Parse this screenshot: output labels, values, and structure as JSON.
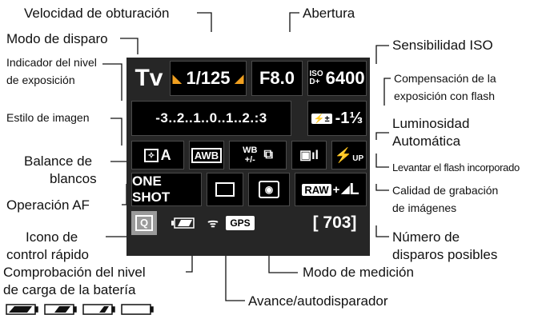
{
  "labels": {
    "shutter_speed": "Velocidad de obturación",
    "aperture": "Abertura",
    "shooting_mode": "Modo de disparo",
    "iso": "Sensibilidad ISO",
    "exposure_indicator_1": "Indicador del nivel",
    "exposure_indicator_2": "de exposición",
    "flash_comp_1": "Compensación de la",
    "flash_comp_2": "exposición con flash",
    "picture_style": "Estilo de imagen",
    "auto_lighting_1": "Luminosidad",
    "auto_lighting_2": "Automática",
    "white_balance_1": "Balance de",
    "white_balance_2": "blancos",
    "raise_flash": "Levantar el flash incorporado",
    "af_operation": "Operación AF",
    "image_quality_1": "Calidad de grabación",
    "image_quality_2": "de imágenes",
    "quick_control_1": "Icono de",
    "quick_control_2": "control rápido",
    "shots_remaining_1": "Número de",
    "shots_remaining_2": "disparos posibles",
    "battery_check_1": "Comprobación del nivel",
    "battery_check_2": "de carga de la batería",
    "metering_mode": "Modo de medición",
    "drive_mode": "Avance/autodisparador"
  },
  "screen": {
    "mode": "Tv",
    "shutter": "1/125",
    "aperture": "F8.0",
    "iso_top": "ISO",
    "iso_bottom": "D+",
    "iso_value": "6400",
    "exposure_scale": "-3..2..1..0..1..2.:3",
    "flash_comp_value": "-1⅓",
    "picture_style": "A",
    "white_balance": "AWB",
    "wb_shift_top": "WB",
    "wb_shift_bottom": "+/-",
    "flash_up": "UP",
    "af_mode": "ONE SHOT",
    "quality_raw": "RAW",
    "quality_plus": "+",
    "quality_size": "L",
    "q_icon": "Q",
    "gps": "GPS",
    "shots": "[ 703]"
  },
  "colors": {
    "screen_bg": "#262626",
    "accent_orange": "#f0a020",
    "q_highlight": "#9a9a9a"
  }
}
